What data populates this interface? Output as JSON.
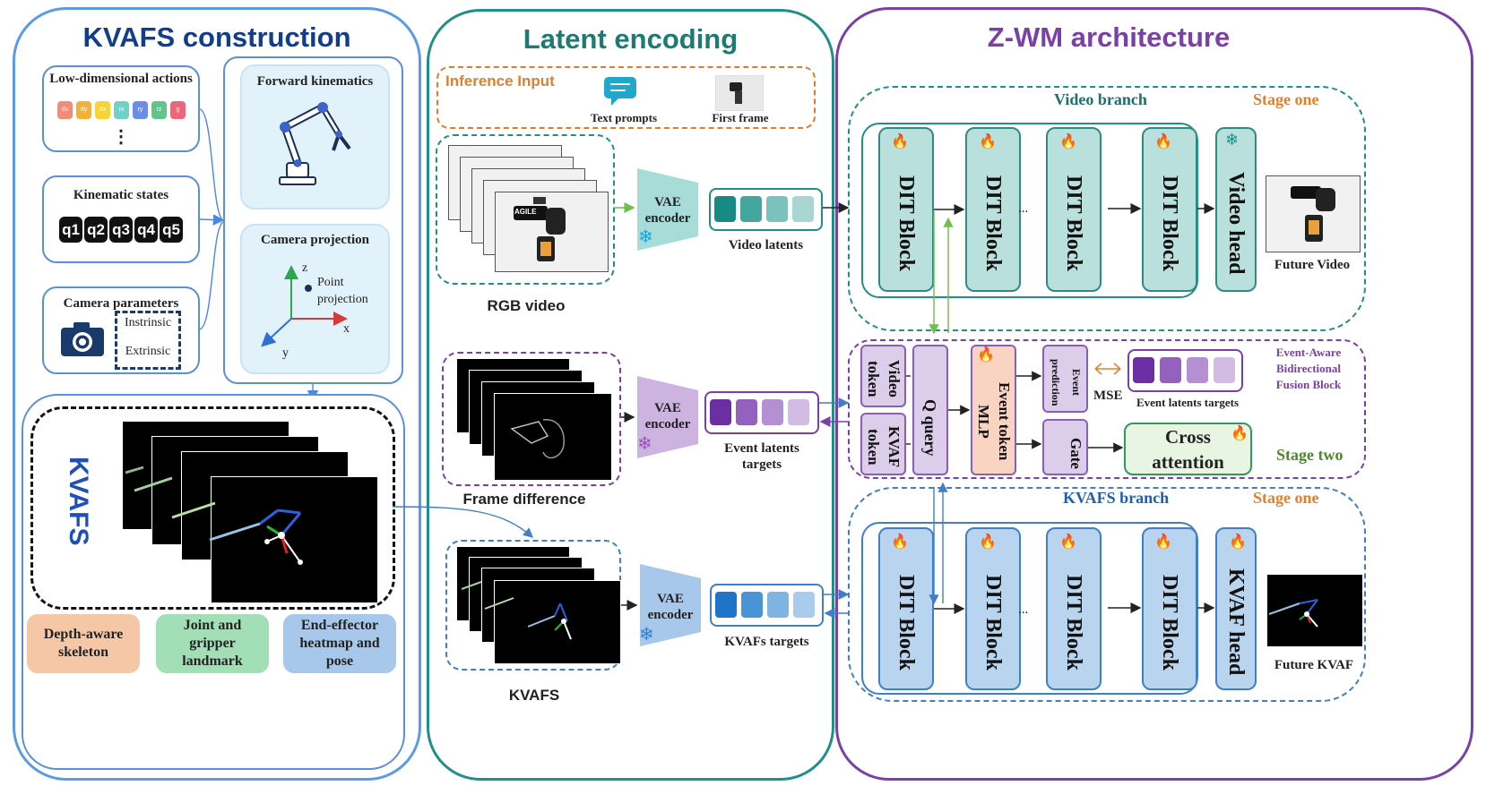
{
  "panels": {
    "left_title": "KVAFS construction",
    "mid_title": "Latent encoding",
    "right_title": "Z-WM architecture"
  },
  "left": {
    "low_dim_actions": "Low-dimensional actions",
    "action_chips": [
      "dx",
      "dy",
      "dz",
      "rx",
      "ry",
      "rz",
      "g"
    ],
    "ellipsis_vertical": "⋮",
    "kinematic_states": "Kinematic states",
    "q_keys": [
      "q1",
      "q2",
      "q3",
      "q4",
      "q5"
    ],
    "camera_parameters": "Camera parameters",
    "intrinsic": "Instrinsic",
    "extrinsic": "Extrinsic",
    "forward_kinematics": "Forward kinematics",
    "camera_projection": "Camera projection",
    "axis_z": "z",
    "axis_x": "x",
    "axis_y": "y",
    "point": "Point",
    "projection": "projection",
    "kvafs_vertical": "KVAFS",
    "depth_aware": "Depth-aware skeleton",
    "depth_aware_l1": "Depth-aware",
    "depth_aware_l2": "skeleton",
    "joint_l1": "Joint and",
    "joint_l2": "gripper",
    "joint_l3": "landmark",
    "ee_l1": "End-effector",
    "ee_l2": "heatmap and",
    "ee_l3": "pose"
  },
  "mid": {
    "inference_input": "Inference Input",
    "text_prompts": "Text prompts",
    "first_frame": "First frame",
    "rgb_video": "RGB video",
    "frame_difference": "Frame difference",
    "kvafs": "KVAFS",
    "vae": "VAE",
    "encoder": "encoder",
    "video_latents": "Video latents",
    "event_latents_l1": "Event latents",
    "event_latents_l2": "targets",
    "kvafs_targets": "KVAFs targets",
    "agile_label": "AGILE"
  },
  "right": {
    "video_branch": "Video branch",
    "stage_one": "Stage one",
    "stage_two": "Stage two",
    "dit_block": "DIT Block",
    "ellipsis": "...",
    "video_head": "Video head",
    "future_video": "Future Video",
    "kvafs_branch": "KVAFS branch",
    "kvaf_head": "KVAF head",
    "future_kvaf": "Future KVAF",
    "video_token": "Video token",
    "kvaf_token": "KVAF token",
    "q_query": "Q query",
    "event_token_mlp": "Event token MLP",
    "event_prediction": "Event prediction",
    "mse": "MSE",
    "event_latents_targets": "Event latents targets",
    "gate": "Gate",
    "cross": "Cross",
    "attention": "attention",
    "fusion_l1": "Event-Aware",
    "fusion_l2": "Bidirectional",
    "fusion_l3": "Fusion Block"
  },
  "colors": {
    "blue": "#4a86e8",
    "teal": "#1f8f88",
    "purple": "#7b3fa8",
    "orange": "#e08a2e",
    "navy": "#123c8c"
  }
}
